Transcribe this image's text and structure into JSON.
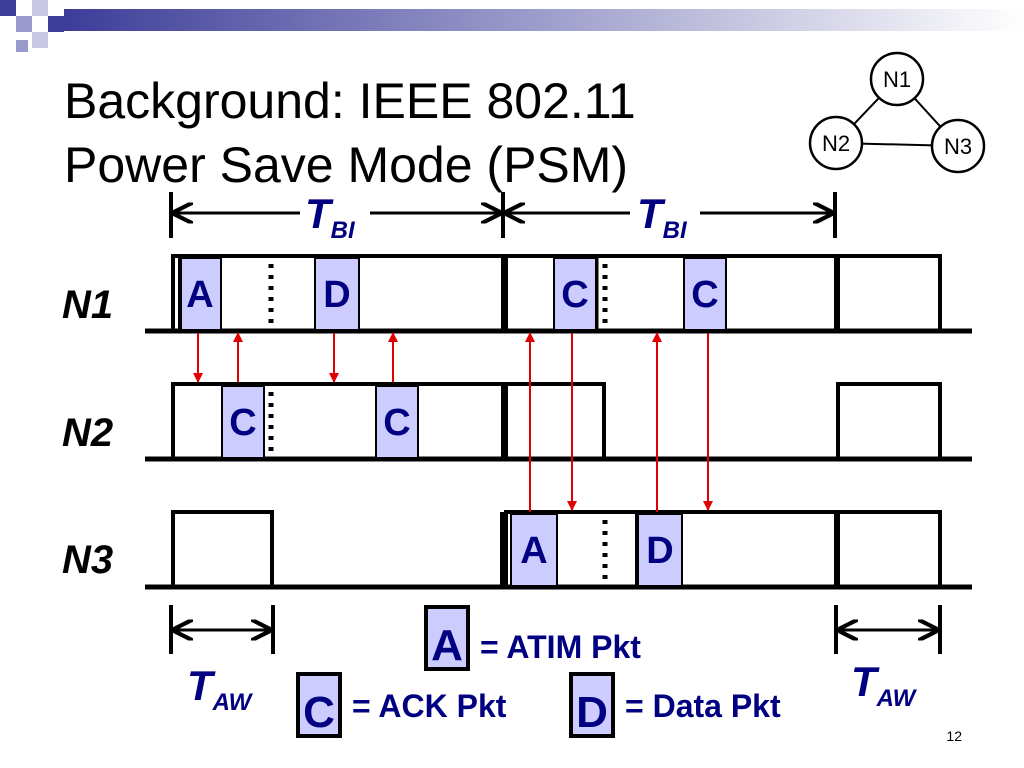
{
  "slide": {
    "title_line1": "Background: IEEE 802.11",
    "title_line2": "Power Save Mode (PSM)",
    "page_number": "12"
  },
  "topology": {
    "nodes": [
      "N1",
      "N2",
      "N3"
    ]
  },
  "timeline": {
    "intervals": [
      {
        "main": "T",
        "sub": "BI"
      },
      {
        "main": "T",
        "sub": "BI"
      }
    ],
    "windows": [
      {
        "main": "T",
        "sub": "AW"
      },
      {
        "main": "T",
        "sub": "AW"
      }
    ],
    "rows": [
      {
        "label": "N1",
        "packets": [
          "A",
          "D",
          "C",
          "C"
        ]
      },
      {
        "label": "N2",
        "packets": [
          "C",
          "C"
        ]
      },
      {
        "label": "N3",
        "packets": [
          "A",
          "D"
        ]
      }
    ]
  },
  "legend": [
    {
      "letter": "A",
      "text": "= ATIM Pkt"
    },
    {
      "letter": "C",
      "text": "= ACK Pkt"
    },
    {
      "letter": "D",
      "text": "= Data Pkt"
    }
  ],
  "colors": {
    "packet_fill": "#CCCCFF",
    "accent_text": "#000080",
    "arrow_red": "#E00000",
    "header_squares": "#3D3D99"
  }
}
